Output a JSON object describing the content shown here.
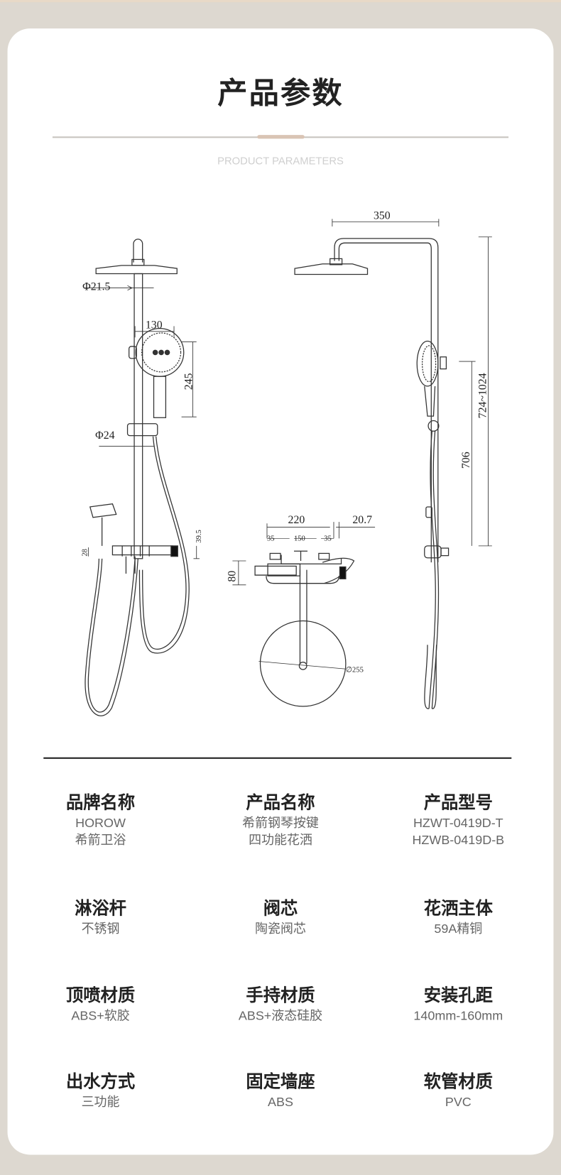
{
  "header": {
    "title": "产品参数",
    "subtitle": "PRODUCT PARAMETERS"
  },
  "dimensions": {
    "pipe_diameter_top": "Φ21.5",
    "handheld_width": "130",
    "handheld_height": "245",
    "pipe_diameter_bottom": "Φ24",
    "shelf_height": "28",
    "shelf_offset": "39.5",
    "arm_length": "350",
    "total_height_range": "724~1024",
    "rail_height": "706",
    "valve_width": "220",
    "valve_side": "20.7",
    "inlet_left": "35",
    "inlet_spacing": "150",
    "inlet_right": "35",
    "valve_height": "80",
    "top_spray_diameter": "∅255"
  },
  "specs": [
    {
      "label": "品牌名称",
      "values": [
        "HOROW",
        "希箭卫浴"
      ]
    },
    {
      "label": "产品名称",
      "values": [
        "希箭钢琴按键",
        "四功能花洒"
      ]
    },
    {
      "label": "产品型号",
      "values": [
        "HZWT-0419D-T",
        "HZWB-0419D-B"
      ]
    },
    {
      "label": "淋浴杆",
      "values": [
        "不锈钢"
      ]
    },
    {
      "label": "阀芯",
      "values": [
        "陶瓷阀芯"
      ]
    },
    {
      "label": "花洒主体",
      "values": [
        "59A精铜"
      ]
    },
    {
      "label": "顶喷材质",
      "values": [
        "ABS+软胶"
      ]
    },
    {
      "label": "手持材质",
      "values": [
        "ABS+液态硅胶"
      ]
    },
    {
      "label": "安装孔距",
      "values": [
        "140mm-160mm"
      ]
    },
    {
      "label": "出水方式",
      "values": [
        "三功能"
      ]
    },
    {
      "label": "固定墙座",
      "values": [
        "ABS"
      ]
    },
    {
      "label": "软管材质",
      "values": [
        "PVC"
      ]
    }
  ],
  "colors": {
    "accent": "#d9c4b4",
    "background": "#ddd8d0",
    "card": "#ffffff"
  }
}
